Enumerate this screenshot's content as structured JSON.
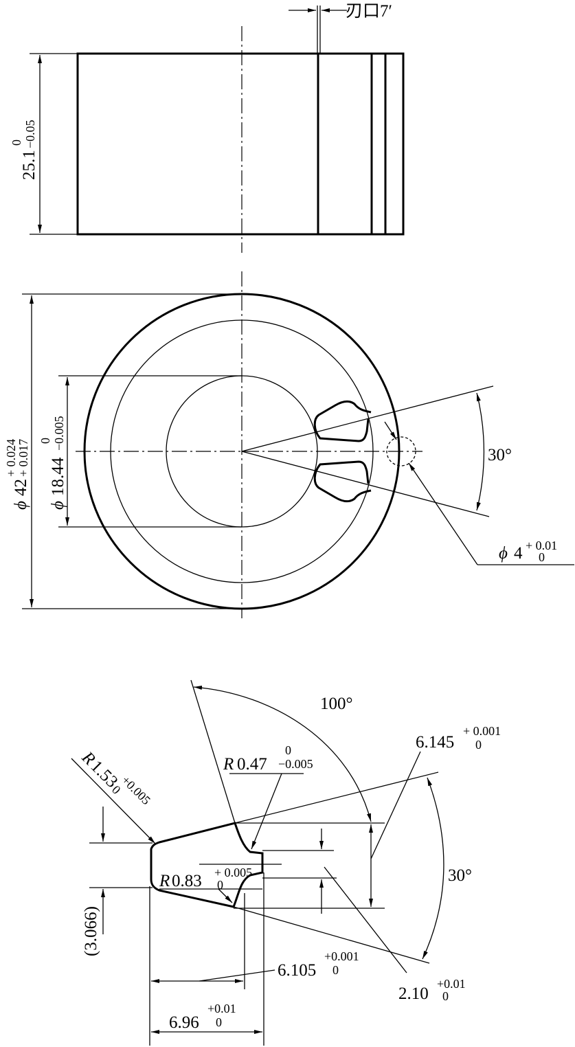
{
  "top_view": {
    "edge_label": "刃口7′",
    "height_nominal": "25.1",
    "height_upper": "0",
    "height_lower": "−0.05"
  },
  "front_view": {
    "outer_dia_symbol": "ϕ",
    "outer_dia_nominal": "42",
    "outer_dia_upper": "+ 0.024",
    "outer_dia_lower": "+ 0.017",
    "inner_dia_symbol": "ϕ",
    "inner_dia_nominal": "18.44",
    "inner_dia_upper": "0",
    "inner_dia_lower": "−0.005",
    "angle": "30°",
    "hole_dia_symbol": "ϕ",
    "hole_dia_nominal": "4",
    "hole_dia_upper": "+ 0.01",
    "hole_dia_lower": "0"
  },
  "detail_view": {
    "angle_100": "100°",
    "angle_30": "30°",
    "dim_6145_nominal": "6.145",
    "dim_6145_upper": "+ 0.001",
    "dim_6145_lower": "0",
    "r047_prefix": "R",
    "r047_nominal": "0.47",
    "r047_upper": "0",
    "r047_lower": "−0.005",
    "r153_prefix": "R",
    "r153_nominal": "1.53",
    "r153_upper": "+0.005",
    "r153_lower": "0",
    "r083_prefix": "R",
    "r083_nominal": "0.83",
    "r083_upper": "+ 0.005",
    "r083_lower": "0",
    "ref_dim": "(3.066)",
    "dim_6105_nominal": "6.105",
    "dim_6105_upper": "+0.001",
    "dim_6105_lower": "0",
    "dim_210_nominal": "2.10",
    "dim_210_upper": "+0.01",
    "dim_210_lower": "0",
    "dim_696_nominal": "6.96",
    "dim_696_upper": "+0.01",
    "dim_696_lower": "0"
  }
}
